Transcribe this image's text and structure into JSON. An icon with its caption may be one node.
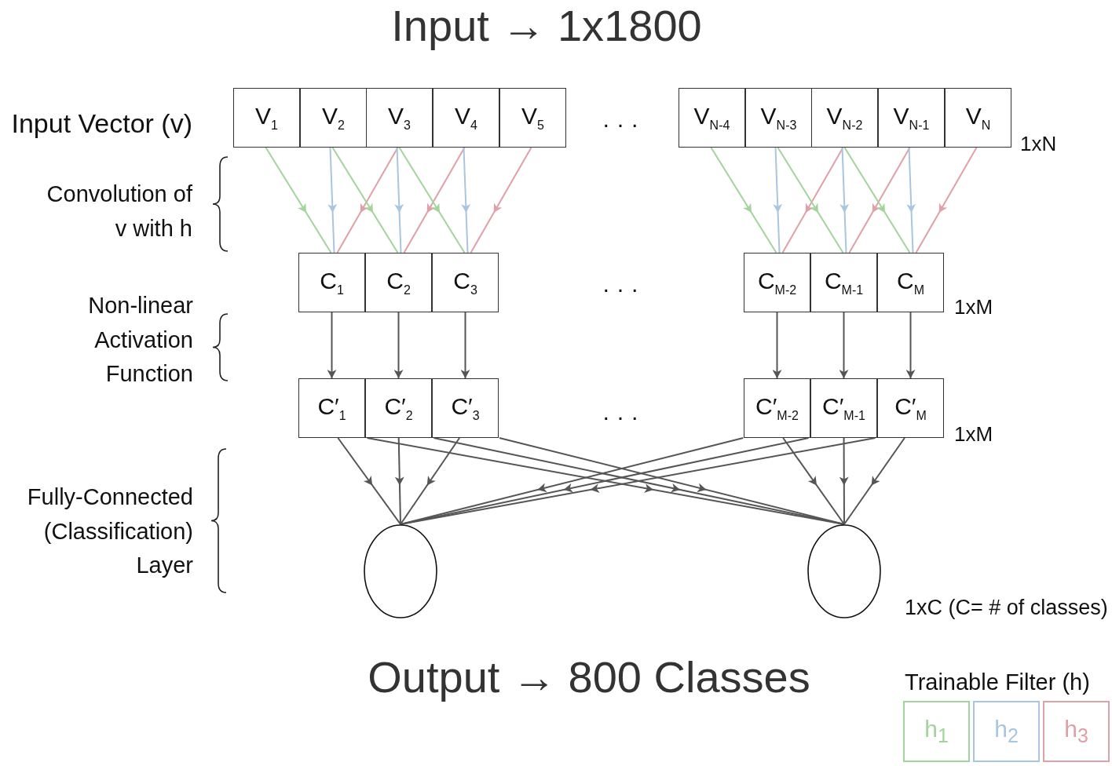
{
  "diagram": {
    "title": "Input → 1x1800",
    "caption": "Output → 800 Classes",
    "nodes": [
      {
        "text": [
          "V$_{1}$"
        ]
      },
      {
        "text": [
          "V$_{2}$"
        ]
      },
      {
        "text": [
          "V$_{3}$"
        ]
      },
      {
        "text": [
          "V$_{4}$"
        ]
      },
      {
        "text": [
          "V$_{5}$"
        ]
      },
      {
        "text": [
          "V$_{N-4}$"
        ]
      },
      {
        "text": [
          "V$_{N-3}$"
        ]
      },
      {
        "text": [
          "V$_{N-2}$"
        ]
      },
      {
        "text": [
          "V$_{N-1}$"
        ]
      },
      {
        "text": [
          "V$_{N}$"
        ]
      },
      {
        "text": [
          "C$_{1}$"
        ]
      },
      {
        "text": [
          "C$_{2}$"
        ]
      },
      {
        "text": [
          "C$_{3}$"
        ]
      },
      {
        "text": [
          "C$_{M-2}$"
        ]
      },
      {
        "text": [
          "C$_{M-1}$"
        ]
      },
      {
        "text": [
          "C$_{M}$"
        ]
      },
      {
        "text": [
          "C′$_{1}$"
        ]
      },
      {
        "text": [
          "C′$_{2}$"
        ]
      },
      {
        "text": [
          "C′$_{3}$"
        ]
      },
      {
        "text": [
          "C′$_{M-2}$"
        ]
      },
      {
        "text": [
          "C′$_{M-1}$"
        ]
      },
      {
        "text": [
          "C′$_{M}$"
        ]
      },
      {
        "text": [],
        "shape": "circle"
      },
      {
        "text": [],
        "shape": "circle"
      }
    ],
    "edges": [
      {
        "from": 0,
        "to": 10,
        "arrow": "to",
        "color": "#a3d49c"
      },
      {
        "from": 1,
        "to": 10,
        "arrow": "to",
        "color": "#a9c6e0"
      },
      {
        "from": 2,
        "to": 10,
        "arrow": "to",
        "color": "#e0a0a8"
      },
      {
        "from": 1,
        "to": 11,
        "arrow": "to",
        "color": "#a3d49c"
      },
      {
        "from": 2,
        "to": 11,
        "arrow": "to",
        "color": "#a9c6e0"
      },
      {
        "from": 3,
        "to": 11,
        "arrow": "to",
        "color": "#e0a0a8"
      },
      {
        "from": 2,
        "to": 12,
        "arrow": "to",
        "color": "#a3d49c"
      },
      {
        "from": 3,
        "to": 12,
        "arrow": "to",
        "color": "#a9c6e0"
      },
      {
        "from": 4,
        "to": 12,
        "arrow": "to",
        "color": "#e0a0a8"
      },
      {
        "from": 5,
        "to": 13,
        "arrow": "to",
        "color": "#a3d49c"
      },
      {
        "from": 6,
        "to": 13,
        "arrow": "to",
        "color": "#a9c6e0"
      },
      {
        "from": 7,
        "to": 13,
        "arrow": "to",
        "color": "#e0a0a8"
      },
      {
        "from": 6,
        "to": 14,
        "arrow": "to",
        "color": "#a3d49c"
      },
      {
        "from": 7,
        "to": 14,
        "arrow": "to",
        "color": "#a9c6e0"
      },
      {
        "from": 8,
        "to": 14,
        "arrow": "to",
        "color": "#e0a0a8"
      },
      {
        "from": 7,
        "to": 15,
        "arrow": "to",
        "color": "#a3d49c"
      },
      {
        "from": 8,
        "to": 15,
        "arrow": "to",
        "color": "#a9c6e0"
      },
      {
        "from": 9,
        "to": 15,
        "arrow": "to",
        "color": "#e0a0a8"
      },
      {
        "from": 10,
        "to": 16,
        "arrow": "to"
      },
      {
        "from": 11,
        "to": 17,
        "arrow": "to"
      },
      {
        "from": 12,
        "to": 18,
        "arrow": "to"
      },
      {
        "from": 13,
        "to": 19,
        "arrow": "to"
      },
      {
        "from": 14,
        "to": 20,
        "arrow": "to"
      },
      {
        "from": 15,
        "to": 21,
        "arrow": "to"
      },
      {
        "from": 16,
        "to": 22,
        "arrow": "to"
      },
      {
        "from": 17,
        "to": 22,
        "arrow": "to"
      },
      {
        "from": 18,
        "to": 22,
        "arrow": "to"
      },
      {
        "from": 19,
        "to": 22,
        "arrow": "to"
      },
      {
        "from": 20,
        "to": 22,
        "arrow": "to"
      },
      {
        "from": 21,
        "to": 22,
        "arrow": "to"
      },
      {
        "from": 16,
        "to": 23,
        "arrow": "to"
      },
      {
        "from": 17,
        "to": 23,
        "arrow": "to"
      },
      {
        "from": 18,
        "to": 23,
        "arrow": "to"
      },
      {
        "from": 19,
        "to": 23,
        "arrow": "to"
      },
      {
        "from": 20,
        "to": 23,
        "arrow": "to"
      },
      {
        "from": 21,
        "to": 23,
        "arrow": "to"
      }
    ],
    "labels": [
      "Input Vector (v)",
      "· · ·",
      "1xN",
      "Convolution of v with h",
      "· · ·",
      "Non-linear Activation Function",
      "1xM",
      "· · ·",
      "1xM",
      "Fully-Connected (Classification) Layer",
      "1xC (C= # of classes)",
      "Trainable Filter (h)"
    ],
    "legend": [
      {
        "text": "h$_{1}$",
        "color": "#a3d49c"
      },
      {
        "text": "h$_{2}$",
        "color": "#a9c6e0"
      },
      {
        "text": "h$_{3}$",
        "color": "#e0a0a8"
      }
    ]
  }
}
